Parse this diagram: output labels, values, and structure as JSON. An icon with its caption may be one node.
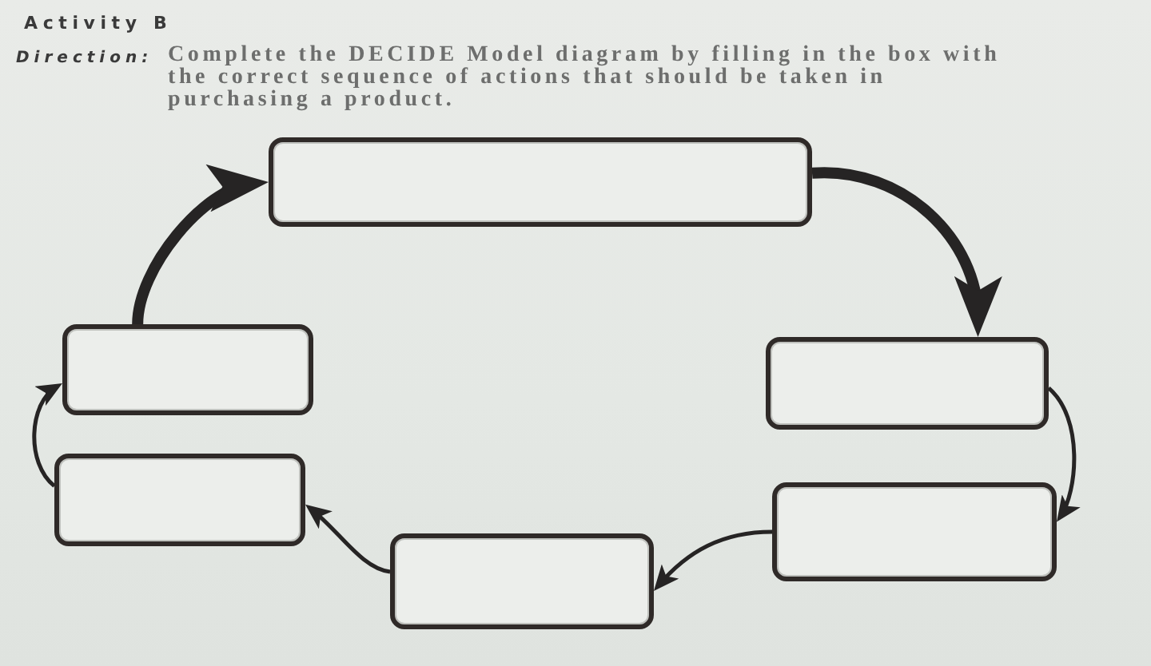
{
  "diagram": {
    "title": "Activity B",
    "nodes": [
      {
        "text": [],
        "shape": "box"
      },
      {
        "text": [],
        "shape": "box"
      },
      {
        "text": [],
        "shape": "box"
      },
      {
        "text": [],
        "shape": "box"
      },
      {
        "text": [],
        "shape": "box"
      },
      {
        "text": [],
        "shape": "box"
      }
    ],
    "edges": [
      {
        "from": 0,
        "to": 1,
        "arrow": "to",
        "style": "thick"
      },
      {
        "from": 1,
        "to": 2,
        "arrow": "to"
      },
      {
        "from": 2,
        "to": 3,
        "arrow": "to"
      },
      {
        "from": 3,
        "to": 4,
        "arrow": "to"
      },
      {
        "from": 4,
        "to": 5,
        "arrow": "to"
      },
      {
        "from": 5,
        "to": 0,
        "arrow": "to",
        "style": "thick"
      }
    ],
    "labels": [
      "Direction:",
      "Complete the DECIDE Model diagram by filling in the box with the correct sequence of actions that should be taken in purchasing a product."
    ]
  }
}
